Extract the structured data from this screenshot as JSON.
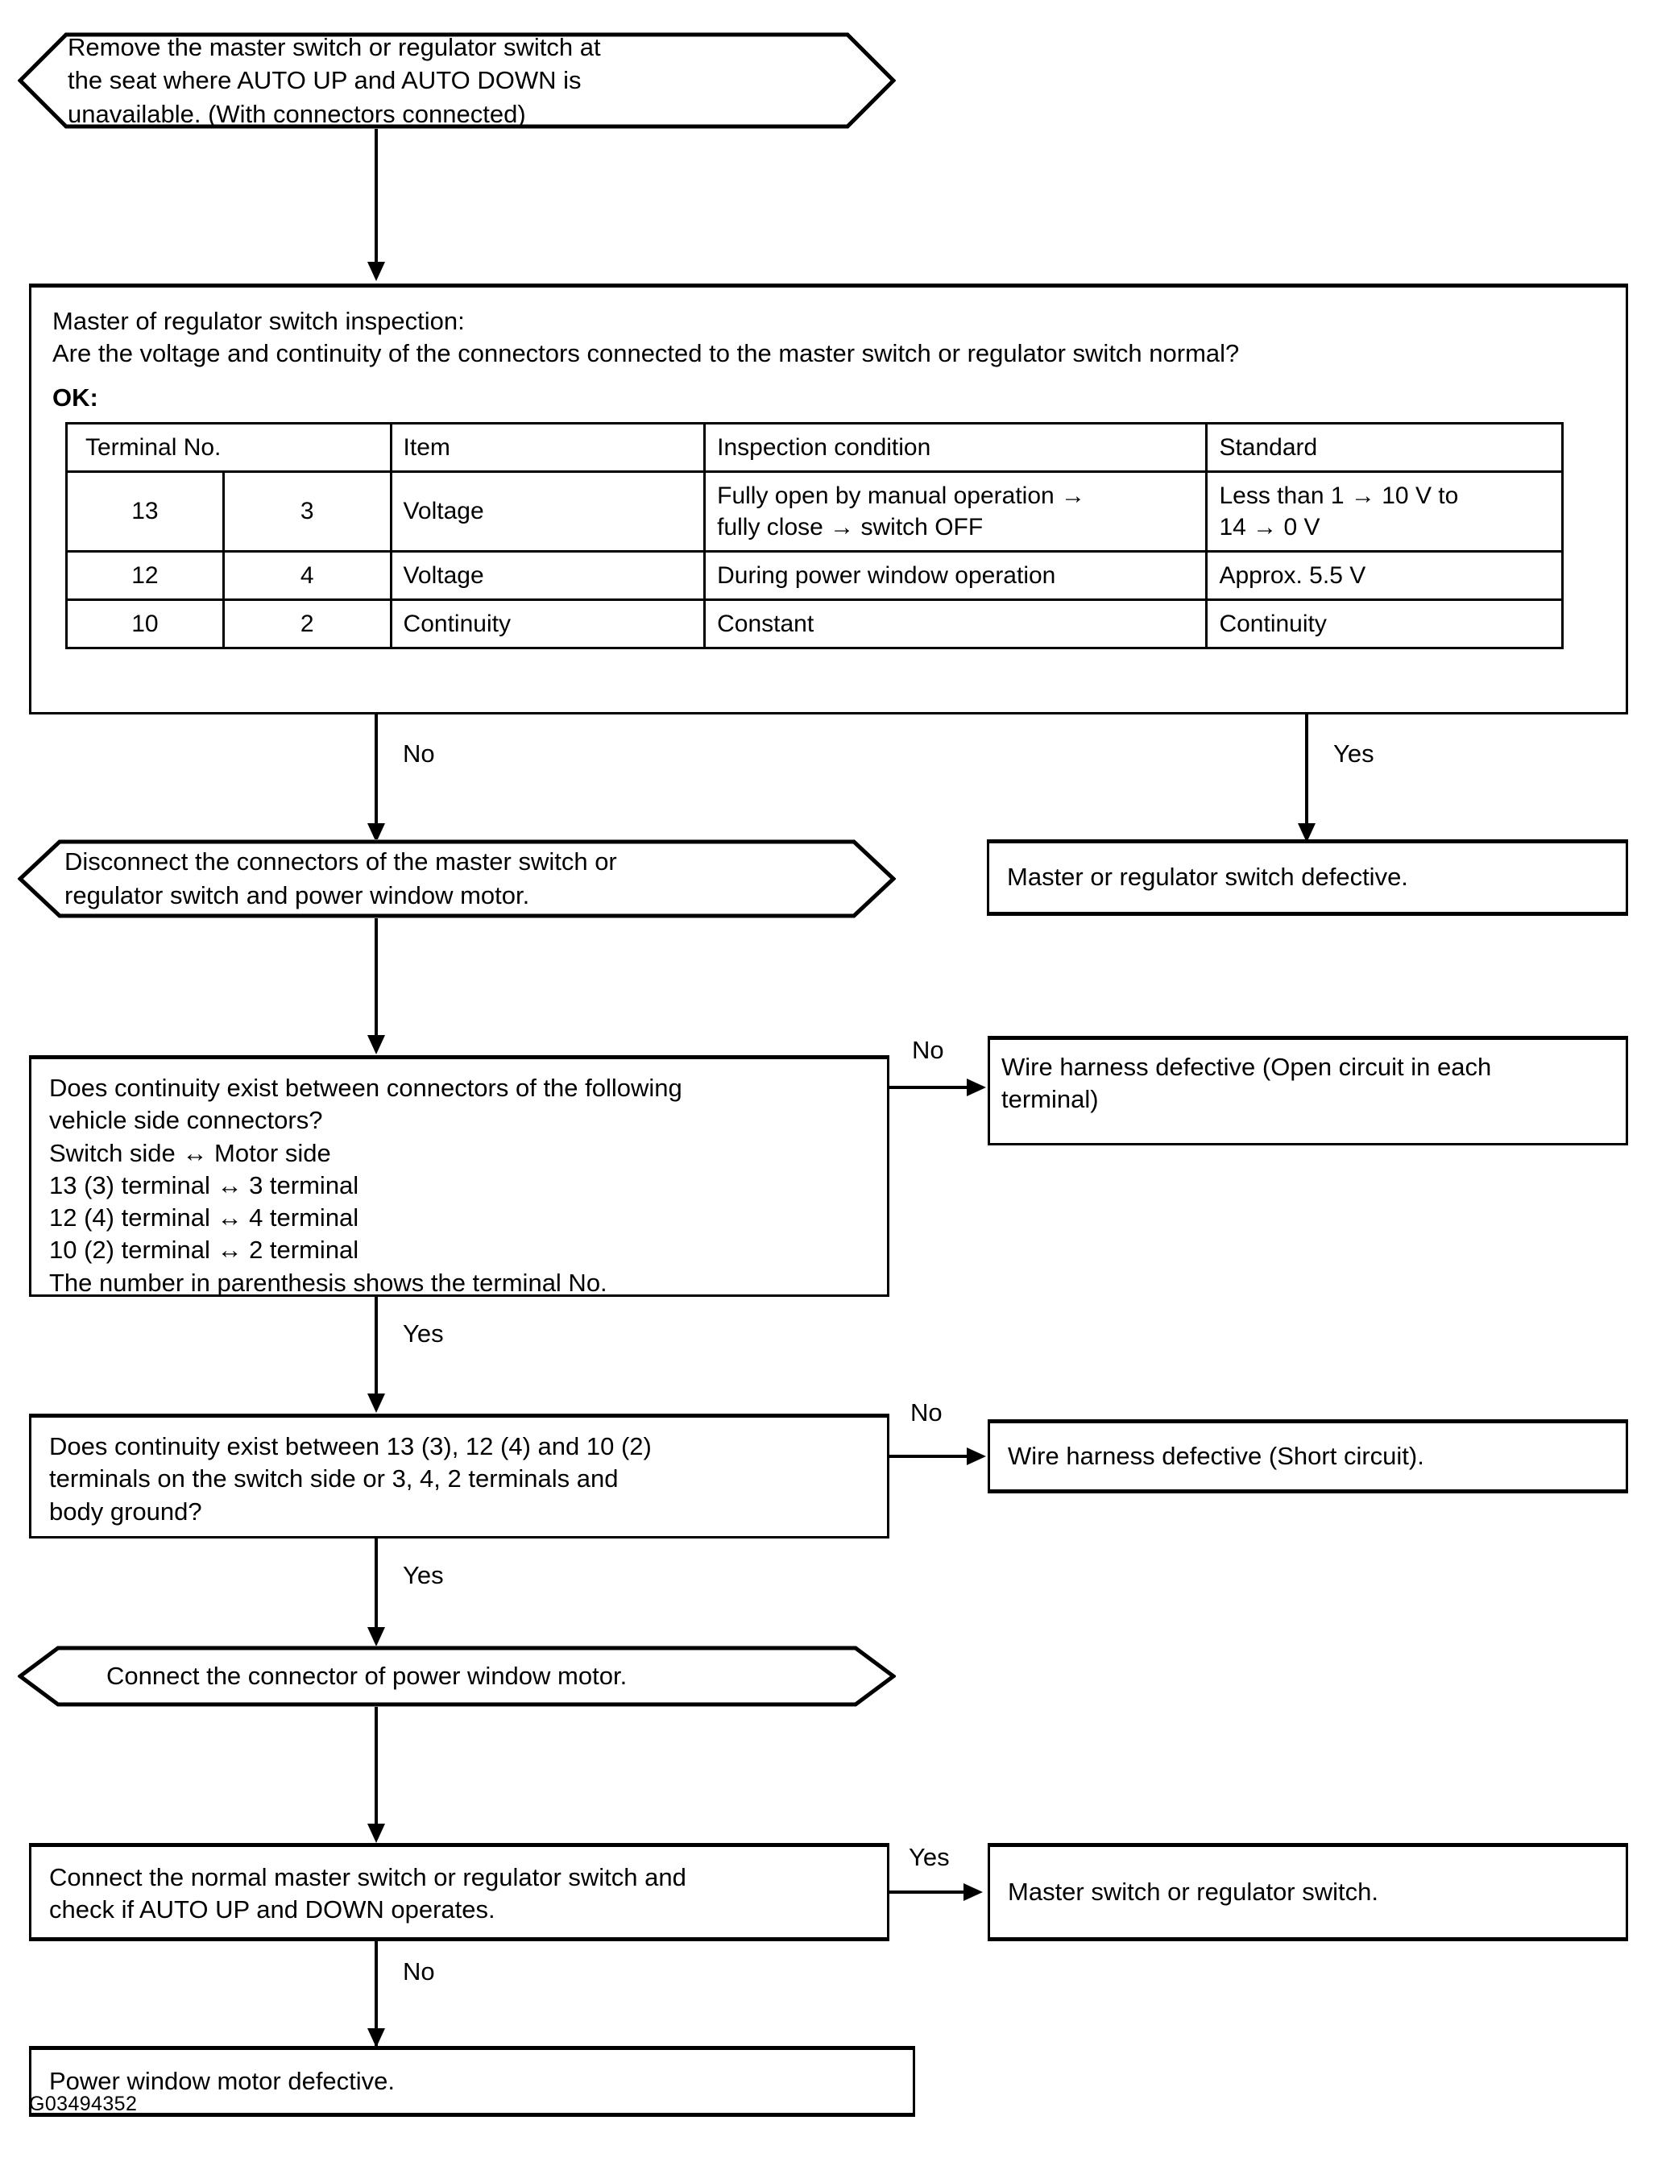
{
  "figure": {
    "id_label": "G03494352",
    "type": "troubleshooting-flowchart"
  },
  "nodes": {
    "start": {
      "shape": "hexagon",
      "lines": [
        "Remove the master switch or regulator switch at",
        "the seat where AUTO UP and AUTO DOWN is",
        "unavailable. (With connectors connected)"
      ]
    },
    "inspection": {
      "shape": "rect",
      "title": "Master of regulator switch inspection:",
      "question": "Are the voltage and continuity of the connectors connected to the master switch or regulator switch normal?",
      "ok_label": "OK:",
      "table": {
        "headers": [
          "Terminal No.",
          "",
          "Item",
          "Inspection condition",
          "Standard"
        ],
        "rows": [
          {
            "terminal_a": "13",
            "terminal_b": "3",
            "item": "Voltage",
            "condition": "Fully open by manual operation →\nfully close → switch OFF",
            "standard": "Less than 1 → 10 V to\n14 → 0 V"
          },
          {
            "terminal_a": "12",
            "terminal_b": "4",
            "item": "Voltage",
            "condition": "During power window operation",
            "standard": "Approx. 5.5 V"
          },
          {
            "terminal_a": "10",
            "terminal_b": "2",
            "item": "Continuity",
            "condition": "Constant",
            "standard": "Continuity"
          }
        ]
      }
    },
    "master_defective": {
      "shape": "rect",
      "text": "Master or regulator switch defective."
    },
    "disconnect": {
      "shape": "hexagon",
      "lines": [
        "Disconnect  the  connectors  of  the  master  switch  or",
        "regulator switch and power window motor."
      ]
    },
    "continuity_connectors": {
      "shape": "rect",
      "lines": [
        "Does continuity exist between connectors of the following",
        "vehicle side connectors?",
        "Switch side ↔ Motor side",
        "13 (3) terminal ↔ 3 terminal",
        "12 (4) terminal ↔ 4 terminal",
        "10 (2) terminal ↔ 2 terminal",
        "The number in parenthesis shows the terminal No."
      ]
    },
    "harness_open": {
      "shape": "rect",
      "lines": [
        "Wire harness defective (Open circuit in each",
        "terminal)"
      ]
    },
    "continuity_ground": {
      "shape": "rect",
      "lines": [
        "Does continuity exist between 13 (3), 12 (4) and 10 (2)",
        "terminals on the switch side or 3, 4, 2 terminals and",
        "body ground?"
      ]
    },
    "harness_short": {
      "shape": "rect",
      "text": "Wire harness defective (Short circuit)."
    },
    "connect_motor": {
      "shape": "hexagon",
      "text": "Connect the connector of power window motor."
    },
    "connect_normal_switch": {
      "shape": "rect",
      "lines": [
        "Connect the normal master switch or regulator switch and",
        "check if AUTO UP and DOWN operates."
      ]
    },
    "switch_result": {
      "shape": "rect",
      "text": "Master switch or regulator switch."
    },
    "motor_defective": {
      "shape": "rect",
      "text": "Power window motor defective."
    }
  },
  "edges": {
    "inspection_no": "No",
    "inspection_yes": "Yes",
    "continuity_connectors_no": "No",
    "continuity_connectors_yes": "Yes",
    "continuity_ground_no": "No",
    "continuity_ground_yes": "Yes",
    "connect_switch_yes": "Yes",
    "connect_switch_no": "No"
  },
  "colors": {
    "line": "#000000",
    "background": "#ffffff"
  }
}
